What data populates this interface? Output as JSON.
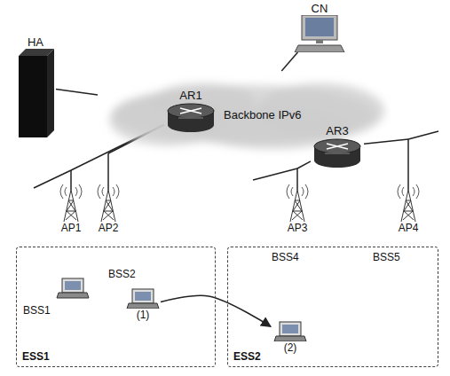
{
  "diagram": {
    "nodes": [
      {
        "text": [
          "HA"
        ]
      },
      {
        "text": [
          "CN"
        ]
      },
      {
        "text": [
          "Backbone IPv6"
        ]
      },
      {
        "text": [
          "AR1"
        ]
      },
      {
        "text": [
          "AR3"
        ]
      },
      {
        "text": [
          "AP1"
        ]
      },
      {
        "text": [
          "AP2"
        ]
      },
      {
        "text": [
          "AP3"
        ]
      },
      {
        "text": [
          "AP4"
        ]
      },
      {
        "text": [
          "ESS1"
        ]
      },
      {
        "text": [
          "(1)"
        ],
        "in": 9
      },
      {
        "text": [
          "ESS2"
        ]
      },
      {
        "text": [
          "(2)"
        ],
        "in": 11
      }
    ],
    "edges": [
      {
        "from": 0,
        "to": 2,
        "arrow": "none"
      },
      {
        "from": 1,
        "to": 2,
        "arrow": "none"
      },
      {
        "from": 3,
        "to": 5,
        "arrow": "none"
      },
      {
        "from": 3,
        "to": 6,
        "arrow": "none"
      },
      {
        "from": 4,
        "to": 7,
        "arrow": "none"
      },
      {
        "from": 4,
        "to": 8,
        "arrow": "none"
      },
      {
        "from": 10,
        "to": 12,
        "arrow": "to"
      }
    ],
    "labels": [
      "BSS1",
      "BSS2",
      "BSS4",
      "BSS5"
    ]
  }
}
